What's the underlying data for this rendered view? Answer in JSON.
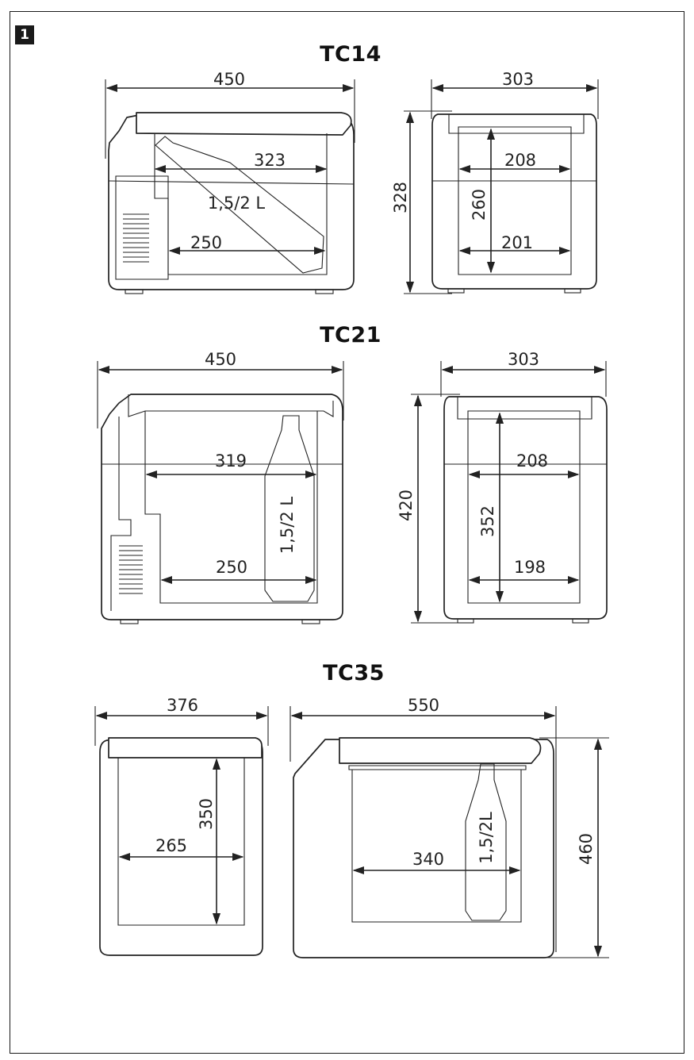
{
  "figure_number": "1",
  "models": [
    {
      "name": "TC14",
      "side": {
        "outer_width": "450",
        "inner_top_width": "323",
        "inner_bottom_width": "250",
        "bottle": "1,5/2 L"
      },
      "front": {
        "outer_width": "303",
        "outer_height": "328",
        "inner_height": "260",
        "inner_top_width": "208",
        "inner_bottom_width": "201"
      }
    },
    {
      "name": "TC21",
      "side": {
        "outer_width": "450",
        "inner_top_width": "319",
        "inner_bottom_width": "250",
        "bottle": "1,5/2 L"
      },
      "front": {
        "outer_width": "303",
        "outer_height": "420",
        "inner_height": "352",
        "inner_top_width": "208",
        "inner_bottom_width": "198"
      }
    },
    {
      "name": "TC35",
      "front": {
        "outer_width": "376",
        "inner_height": "350",
        "inner_width": "265"
      },
      "side": {
        "outer_width": "550",
        "outer_height": "460",
        "inner_width": "340",
        "bottle": "1,5/2L"
      }
    }
  ]
}
